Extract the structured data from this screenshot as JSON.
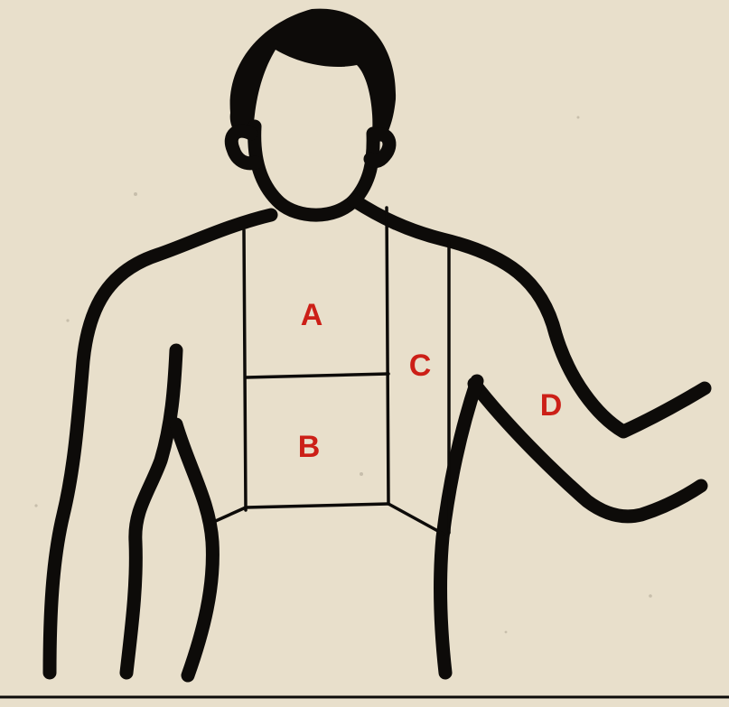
{
  "regions": {
    "a": {
      "label": "A"
    },
    "b": {
      "label": "B"
    },
    "c": {
      "label": "C"
    },
    "d": {
      "label": "D"
    }
  },
  "colors": {
    "paper": "#e8dfcb",
    "ink": "#0d0b09",
    "label": "#cc1f17"
  }
}
